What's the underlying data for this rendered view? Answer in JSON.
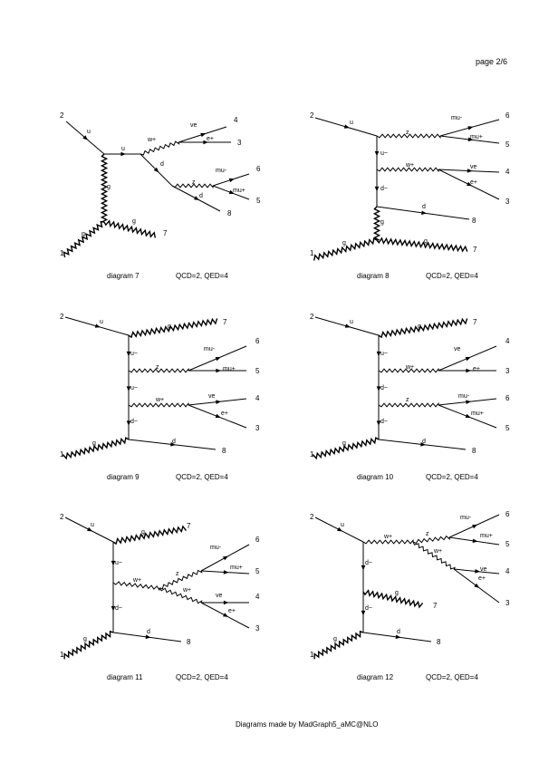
{
  "page_label": "page 2/6",
  "footer": "Diagrams made by MadGraph5_aMC@NLO",
  "diagrams": [
    {
      "number": "7",
      "caption": "diagram 7",
      "couplings": "QCD=2, QED=4",
      "particles": {
        "u_in": "u",
        "u_int": "u",
        "g_int": "g",
        "g_out": "g",
        "g_in": "g",
        "w": "w+",
        "d": "d",
        "z": "z",
        "d2": "d",
        "ve": "ve",
        "e": "e+",
        "mu_m": "mu-",
        "mu_p": "mu+"
      },
      "legs": {
        "l1": "1",
        "l2": "2",
        "l3": "3",
        "l4": "4",
        "l5": "5",
        "l6": "6",
        "l7": "7",
        "l8": "8"
      }
    },
    {
      "number": "8",
      "caption": "diagram 8",
      "couplings": "QCD=2, QED=4",
      "particles": {
        "u_in": "u",
        "z": "z",
        "u_t": "u~",
        "w": "w+",
        "d_t": "d~",
        "g_t": "g",
        "d": "d",
        "g_in": "g",
        "g_out": "g",
        "mu_m": "mu-",
        "mu_p": "mu+",
        "ve": "ve",
        "e": "e+"
      },
      "legs": {
        "l1": "1",
        "l2": "2",
        "l3": "3",
        "l4": "4",
        "l5": "5",
        "l6": "6",
        "l7": "7",
        "l8": "8"
      }
    },
    {
      "number": "9",
      "caption": "diagram 9",
      "couplings": "QCD=2, QED=4",
      "particles": {
        "u_in": "u",
        "g_out": "g",
        "u_t": "u~",
        "z": "z",
        "u_t2": "u~",
        "w": "w+",
        "d_t": "d~",
        "g_in": "g",
        "d": "d",
        "mu_m": "mu-",
        "mu_p": "mu+",
        "ve": "ve",
        "e": "e+"
      },
      "legs": {
        "l1": "1",
        "l2": "2",
        "l3": "3",
        "l4": "4",
        "l5": "5",
        "l6": "6",
        "l7": "7",
        "l8": "8"
      }
    },
    {
      "number": "10",
      "caption": "diagram 10",
      "couplings": "QCD=2, QED=4",
      "particles": {
        "u_in": "u",
        "g_out": "g",
        "u_t": "u~",
        "w": "w+",
        "d_t": "d~",
        "z": "z",
        "d_t2": "d~",
        "g_in": "g",
        "d": "d",
        "ve": "ve",
        "e": "e+",
        "mu_m": "mu-",
        "mu_p": "mu+"
      },
      "legs": {
        "l1": "1",
        "l2": "2",
        "l3": "3",
        "l4": "4",
        "l5": "5",
        "l6": "6",
        "l7": "7",
        "l8": "8"
      }
    },
    {
      "number": "11",
      "caption": "diagram 11",
      "couplings": "QCD=2, QED=4",
      "particles": {
        "u_in": "u",
        "g_out": "g",
        "u_t": "u~",
        "w": "w+",
        "z": "z",
        "w2": "w+",
        "d_t": "d~",
        "g_in": "g",
        "d": "d",
        "mu_m": "mu-",
        "mu_p": "mu+",
        "ve": "ve",
        "e": "e+"
      },
      "legs": {
        "l1": "1",
        "l2": "2",
        "l3": "3",
        "l4": "4",
        "l5": "5",
        "l6": "6",
        "l7": "7",
        "l8": "8"
      }
    },
    {
      "number": "12",
      "caption": "diagram 12",
      "couplings": "QCD=2, QED=4",
      "particles": {
        "u_in": "u",
        "w": "w+",
        "z": "z",
        "w2": "w+",
        "d_t": "d~",
        "g_out": "g",
        "d_t2": "d~",
        "g_in": "g",
        "d": "d",
        "mu_m": "mu-",
        "mu_p": "mu+",
        "ve": "ve",
        "e": "e+"
      },
      "legs": {
        "l1": "1",
        "l2": "2",
        "l3": "3",
        "l4": "4",
        "l5": "5",
        "l6": "6",
        "l7": "7",
        "l8": "8"
      }
    }
  ]
}
